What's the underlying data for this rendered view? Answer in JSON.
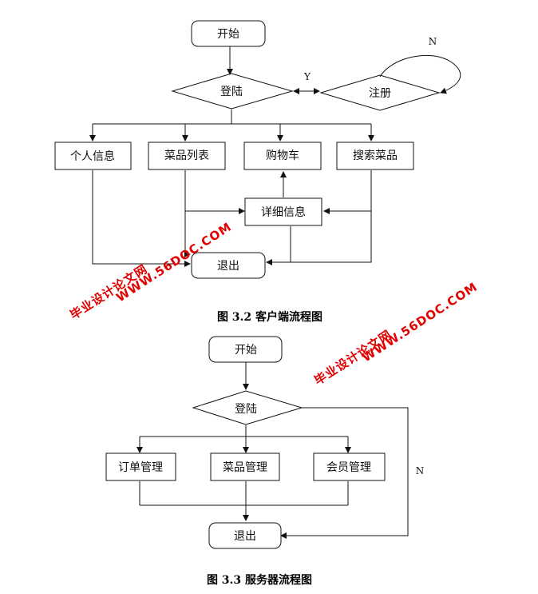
{
  "client_flow": {
    "start": "开始",
    "login": "登陆",
    "register": "注册",
    "yes_label": "Y",
    "no_label": "N",
    "personal_info": "个人信息",
    "dish_list": "菜品列表",
    "cart": "购物车",
    "search_dish": "搜索菜品",
    "detail_info": "详细信息",
    "logout": "退出",
    "caption": "图 3.2  客户端流程图"
  },
  "server_flow": {
    "start": "开始",
    "login": "登陆",
    "order_mgmt": "订单管理",
    "dish_mgmt": "菜品管理",
    "member_mgmt": "会员管理",
    "logout": "退出",
    "no_label": "N",
    "caption": "图 3.3  服务器流程图"
  },
  "watermarks": {
    "site_name": "毕业设计论文网",
    "site_url": "WWW.56DOC.COM"
  },
  "colors": {
    "line": "#111111",
    "watermark": "#e00000"
  }
}
